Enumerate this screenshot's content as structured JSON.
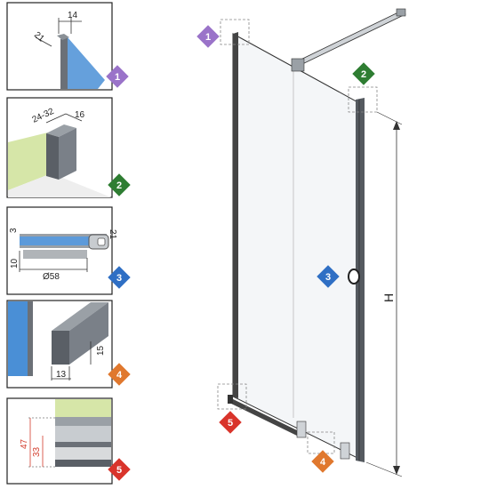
{
  "colors": {
    "badge_1": "#9a73c9",
    "badge_2": "#2e7d32",
    "badge_3": "#2f6fc4",
    "badge_4": "#e0782e",
    "badge_5": "#d9342b",
    "glass": "#4a8fd6",
    "wall": "#d6e6a8",
    "profile": "#555a60"
  },
  "badges": [
    {
      "id": "1",
      "label": "1"
    },
    {
      "id": "2",
      "label": "2"
    },
    {
      "id": "3",
      "label": "3"
    },
    {
      "id": "4",
      "label": "4"
    },
    {
      "id": "5",
      "label": "5"
    }
  ],
  "details": {
    "d1": {
      "dim_a": "21",
      "dim_b": "14"
    },
    "d2": {
      "dim_a": "24-32",
      "dim_b": "16"
    },
    "d3": {
      "dim_a": "3",
      "dim_b": "21",
      "dim_c": "10",
      "dim_d": "Ø58"
    },
    "d4": {
      "dim_a": "15",
      "dim_b": "13"
    },
    "d5": {
      "dim_a": "47",
      "dim_b": "33"
    }
  },
  "main": {
    "height_label": "H"
  }
}
